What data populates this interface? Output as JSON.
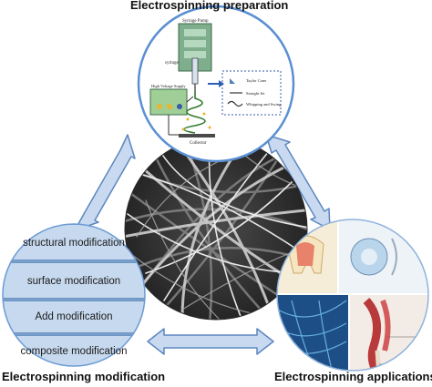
{
  "titles": {
    "preparation": "Electrospinning preparation",
    "modification": "Electrospinning modification",
    "applications": "Electrospinning applications"
  },
  "modifications": [
    "structural modification",
    "surface modification",
    "Add modification",
    "composite modification"
  ],
  "apparatus": {
    "syringe_pump": "Syringe Pump",
    "syringe": "syringe",
    "high_voltage_supply": "High Voltage Supply",
    "collector": "Collector",
    "legend": [
      "Taylor Cone",
      "Straight Jet",
      "Whipping and Swing"
    ]
  },
  "colors": {
    "arrow_fill": "#c9daf0",
    "arrow_stroke": "#5b86bf",
    "circle_border": "#5a8fd1",
    "layer_fill": "#c7d9ee",
    "layer_stroke": "#4f7fb8"
  }
}
